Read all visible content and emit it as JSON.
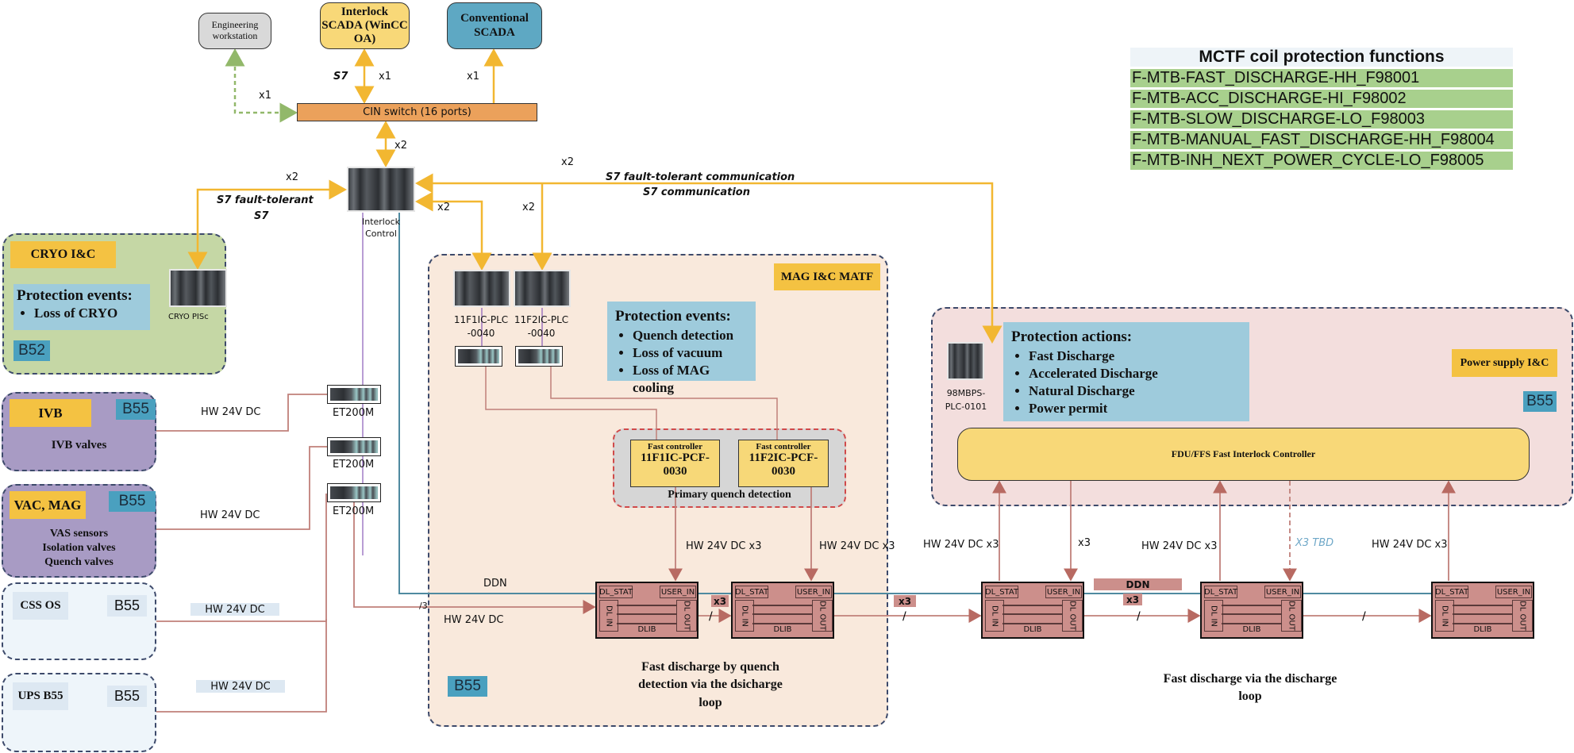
{
  "top_nodes": {
    "engineering_workstation": "Engineering workstation",
    "interlock_scada": "Interlock SCADA (WinCC OA)",
    "conventional_scada": "Conventional SCADA",
    "cin_switch": "CIN switch (16 ports)"
  },
  "link_labels": {
    "ews_x1": "x1",
    "scada_s7": "S7",
    "scada_x1": "x1",
    "conv_x1": "x1",
    "switch_plc_x2": "x2",
    "cryo_x2": "x2",
    "cryo_s7_ft": "S7 fault-tolerant",
    "cryo_s7": "S7",
    "mag_x2_a": "x2",
    "mag_x2_b": "x2",
    "ps_x2": "x2",
    "s7_ft_comm": "S7 fault-tolerant communication",
    "s7_comm": "S7 communication"
  },
  "interlock_control": {
    "label": "Interlock Control"
  },
  "cryo": {
    "title": "CRYO I&C",
    "events_title": "Protection events:",
    "events": [
      "Loss of CRYO"
    ],
    "building": "B52",
    "plc_label": "CRYO PISc"
  },
  "ivb": {
    "title": "IVB",
    "building": "B55",
    "desc": "IVB valves",
    "link": "HW 24V DC"
  },
  "vac_mag": {
    "title": "VAC, MAG",
    "building": "B55",
    "desc": [
      "VAS sensors",
      "Isolation valves",
      "Quench valves"
    ],
    "link": "HW 24V DC"
  },
  "css_os": {
    "title": "CSS OS",
    "building": "B55",
    "link": "HW 24V DC"
  },
  "ups": {
    "title": "UPS B55",
    "building": "B55",
    "link": "HW 24V DC"
  },
  "et200m": [
    "ET200M",
    "ET200M",
    "ET200M"
  ],
  "mag": {
    "title": "MAG I&C MATF",
    "plc1": "11F1IC-PLC-0040",
    "plc2": "11F2IC-PLC-0040",
    "events_title": "Protection events:",
    "events": [
      "Quench detection",
      "Loss of vacuum",
      "Loss of MAG cooling"
    ],
    "fc1": {
      "kind": "Fast controller",
      "name": "11F1IC-PCF-0030"
    },
    "fc2": {
      "kind": "Fast controller",
      "name": "11F2IC-PCF-0030"
    },
    "pqd_label": "Primary quench detection",
    "building": "B55",
    "caption": "Fast discharge by quench detection via the dsicharge loop",
    "hw1": "HW 24V DC x3",
    "hw2": "HW 24V DC x3",
    "ddn": "DDN",
    "hw_in": "HW 24V DC",
    "slash3": "/3"
  },
  "power_supply": {
    "title": "Power supply I&C",
    "building": "B55",
    "plc": "98MBPS-PLC-0101",
    "actions_title": "Protection actions:",
    "actions": [
      "Fast Discharge",
      "Accelerated Discharge",
      "Natural Discharge",
      "Power permit"
    ],
    "fdu": "FDU/FFS Fast Interlock Controller",
    "caption": "Fast discharge via the discharge loop",
    "hw_a": "HW 24V DC x3",
    "x3_a": "x3",
    "hw_b": "HW 24V DC x3",
    "x3_tbd": "X3 TBD",
    "hw_c": "HW 24V DC x3",
    "ddn": "DDN",
    "x3_ddn": "x3"
  },
  "dlib": {
    "stat": "DL_STAT",
    "user_in": "USER_IN",
    "dl_in": "DL IN",
    "dl_out": "DL OUT",
    "name": "DLIB"
  },
  "loop_x3": [
    "x3",
    "x3"
  ],
  "mctf": {
    "title": "MCTF coil protection functions",
    "functions": [
      "F-MTB-FAST_DISCHARGE-HH_F98001",
      "F-MTB-ACC_DISCHARGE-HI_F98002",
      "F-MTB-SLOW_DISCHARGE-LO_F98003",
      "F-MTB-MANUAL_FAST_DISCHARGE-HH_F98004",
      "F-MTB-INH_NEXT_POWER_CYCLE-LO_F98005"
    ]
  },
  "colors": {
    "s7_link": "#f2b731",
    "hw_link": "#c0807a",
    "ddn_link": "#4f8aa0",
    "profibus": "#8a5cb8",
    "ews_link": "#92b86a"
  }
}
